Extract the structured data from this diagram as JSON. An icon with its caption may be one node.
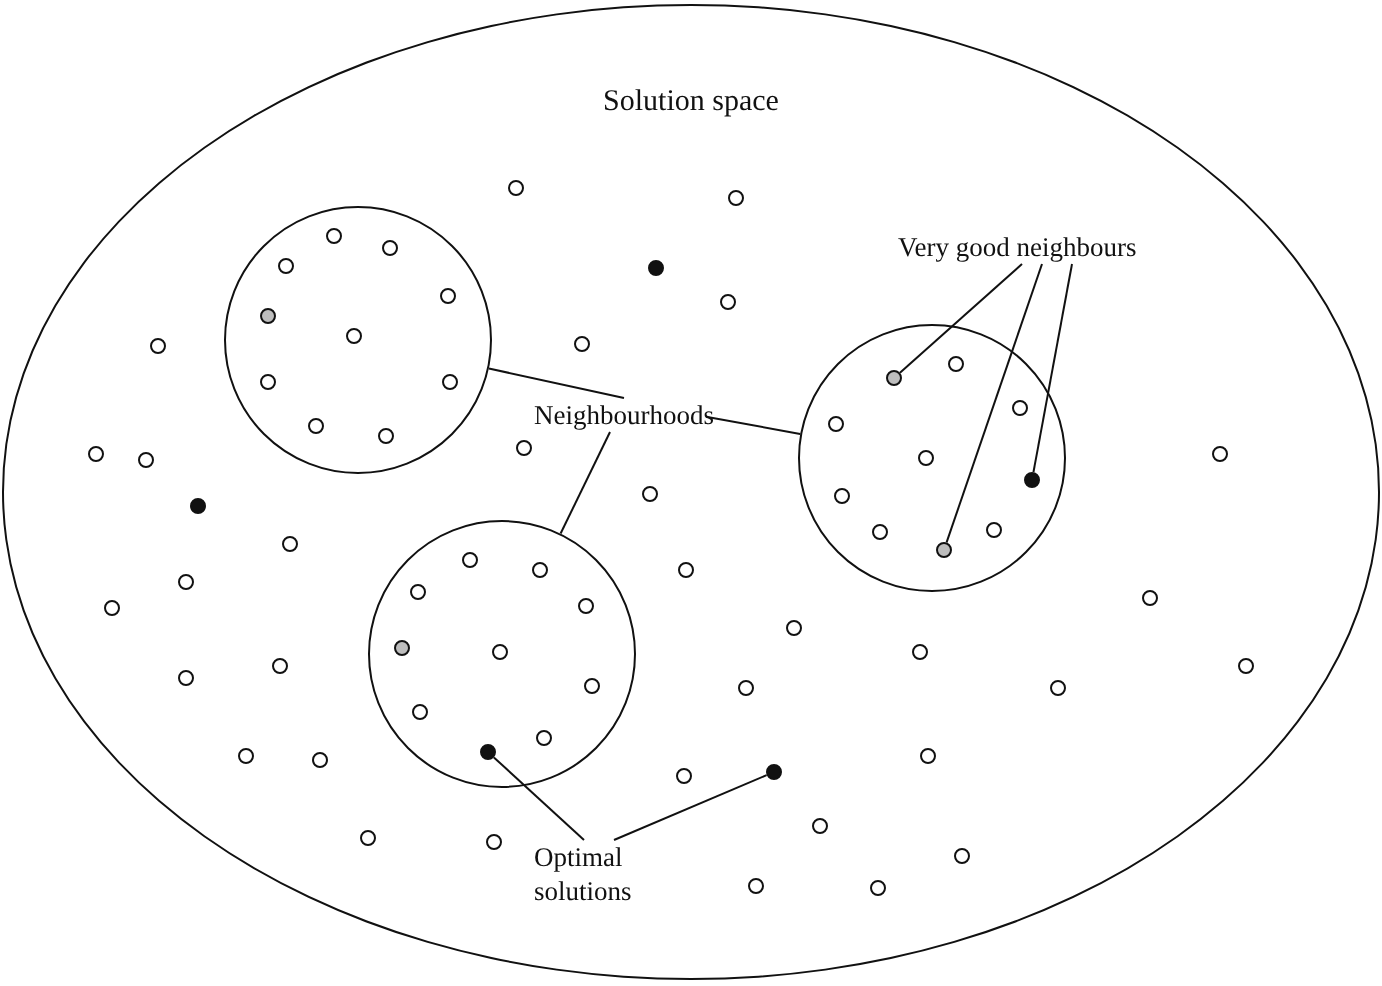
{
  "diagram": {
    "nodes": [
      {
        "text": [
          "Solution space"
        ]
      },
      {
        "text": [
          "Very good neighbours"
        ],
        "in": 0
      },
      {
        "text": [],
        "shape": "circle",
        "in": 0
      },
      {
        "text": [],
        "shape": "circle",
        "in": 0
      },
      {
        "text": [
          "Neighbourhoods"
        ],
        "in": 0
      },
      {
        "text": [],
        "shape": "circle",
        "in": 0
      },
      {
        "text": [
          "Optimal solutions"
        ],
        "in": 0
      },
      {
        "text": [],
        "shape": "circle",
        "in": 3
      },
      {
        "text": [],
        "shape": "circle",
        "in": 3
      },
      {
        "text": [],
        "shape": "circle",
        "in": 3
      },
      {
        "text": [],
        "shape": "circle",
        "in": 5
      },
      {
        "text": [],
        "shape": "circle",
        "in": 0
      }
    ],
    "edges": [
      {
        "from": 4,
        "to": 2,
        "arrow": "none"
      },
      {
        "from": 4,
        "to": 5,
        "arrow": "none"
      },
      {
        "from": 4,
        "to": 3,
        "arrow": "none"
      },
      {
        "from": 1,
        "to": 7,
        "arrow": "none"
      },
      {
        "from": 1,
        "to": 9,
        "arrow": "none"
      },
      {
        "from": 1,
        "to": 8,
        "arrow": "none"
      },
      {
        "from": 6,
        "to": 10,
        "arrow": "none"
      },
      {
        "from": 6,
        "to": 11,
        "arrow": "none"
      }
    ]
  }
}
